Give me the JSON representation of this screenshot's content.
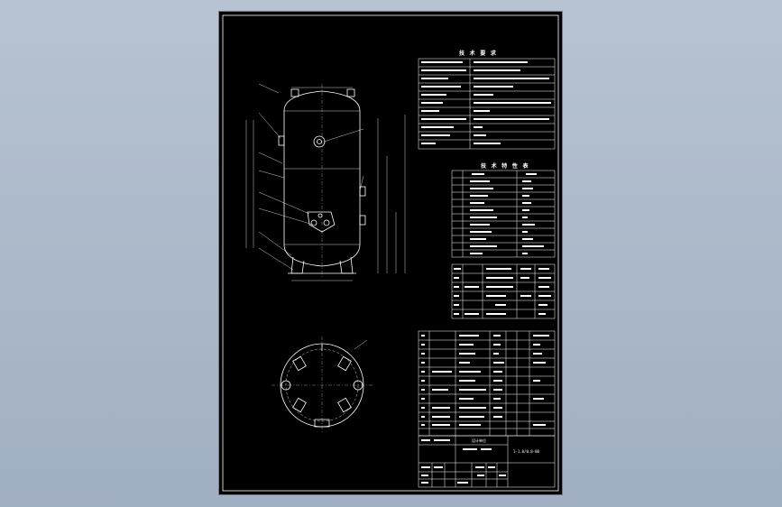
{
  "colors": {
    "viewport_bg": "#a9b6c8",
    "sheet_bg": "#000000",
    "line": "#ffffff"
  },
  "drawing": {
    "tech_requirements_title": "技 术 要 求",
    "tech_characteristics_title": "技 术 特 性 表",
    "drawing_number": "1-1.0/0.8-00",
    "company_mark": "设计单位"
  }
}
